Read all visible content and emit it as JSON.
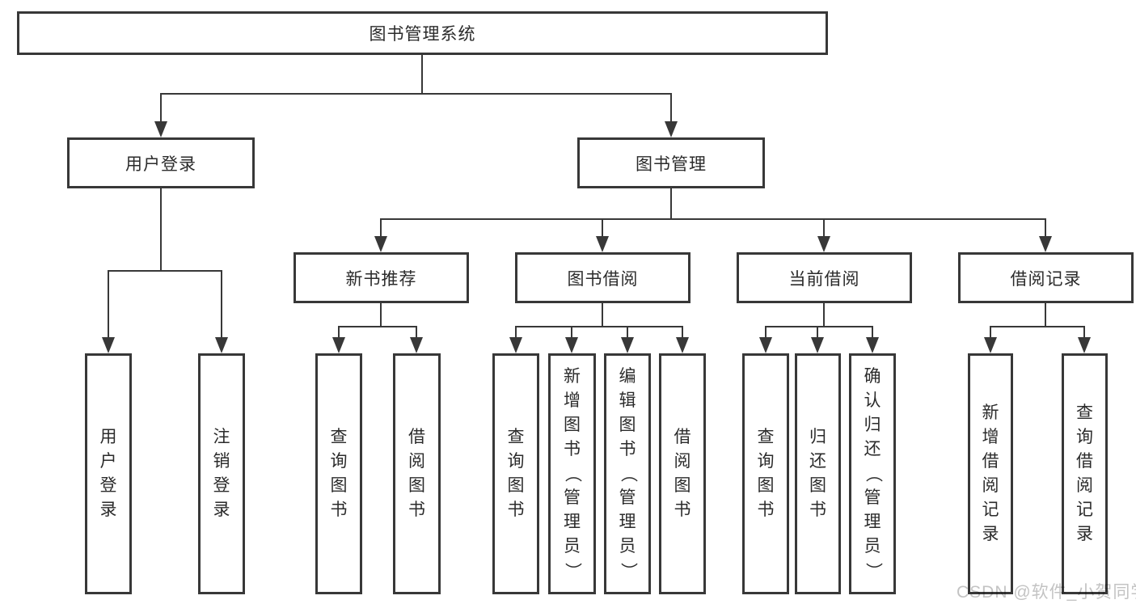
{
  "theme": {
    "line": "#383838",
    "text": "#2b2b2b",
    "node-bg": "#ffffff",
    "page-bg": "#ffffff",
    "watermark": "#c3c3c3"
  },
  "root": {
    "label": "图书管理系统"
  },
  "branches": {
    "user_login": {
      "label": "用户登录",
      "children": [
        {
          "label": "用户登录"
        },
        {
          "label": "注销登录"
        }
      ]
    },
    "book_management": {
      "label": "图书管理",
      "children": [
        {
          "label": "新书推荐",
          "children": [
            {
              "label": "查询图书"
            },
            {
              "label": "借阅图书"
            }
          ]
        },
        {
          "label": "图书借阅",
          "children": [
            {
              "label": "查询图书"
            },
            {
              "label": "新增图书（管理员）"
            },
            {
              "label": "编辑图书（管理员）"
            },
            {
              "label": "借阅图书"
            }
          ]
        },
        {
          "label": "当前借阅",
          "children": [
            {
              "label": "查询图书"
            },
            {
              "label": "归还图书"
            },
            {
              "label": "确认归还（管理员）"
            }
          ]
        },
        {
          "label": "借阅记录",
          "children": [
            {
              "label": "新增借阅记录"
            },
            {
              "label": "查询借阅记录"
            }
          ]
        }
      ]
    }
  },
  "watermark": {
    "text": "CSDN @软件_小贺同学"
  }
}
